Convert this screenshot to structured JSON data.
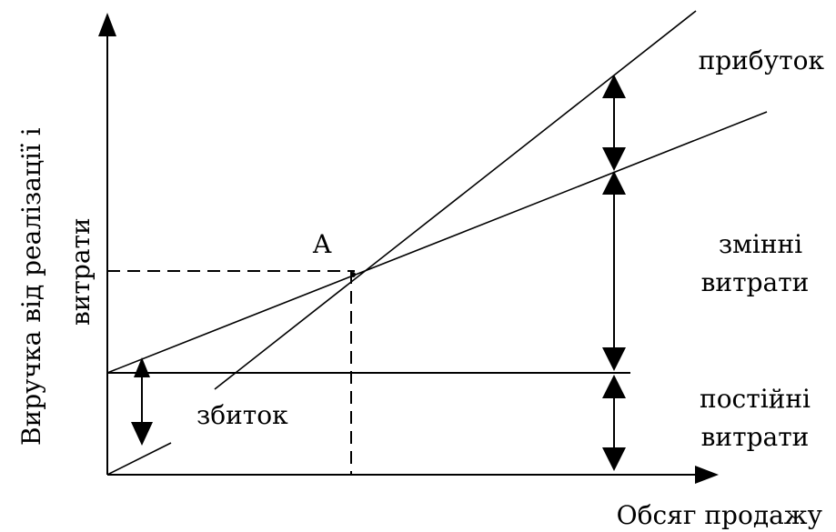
{
  "labels": {
    "y_axis_line1": "Виручка від реалізації і",
    "y_axis_line2": "витрати",
    "x_axis": "Обсяг продажу",
    "point": "A",
    "profit": "прибуток",
    "variable_line1": "змінні",
    "variable_line2": "витрати",
    "fixed_line1": "постійні",
    "fixed_line2": "витрати",
    "loss": "збиток"
  },
  "colors": {
    "ink": "#000000",
    "background": "#ffffff"
  }
}
